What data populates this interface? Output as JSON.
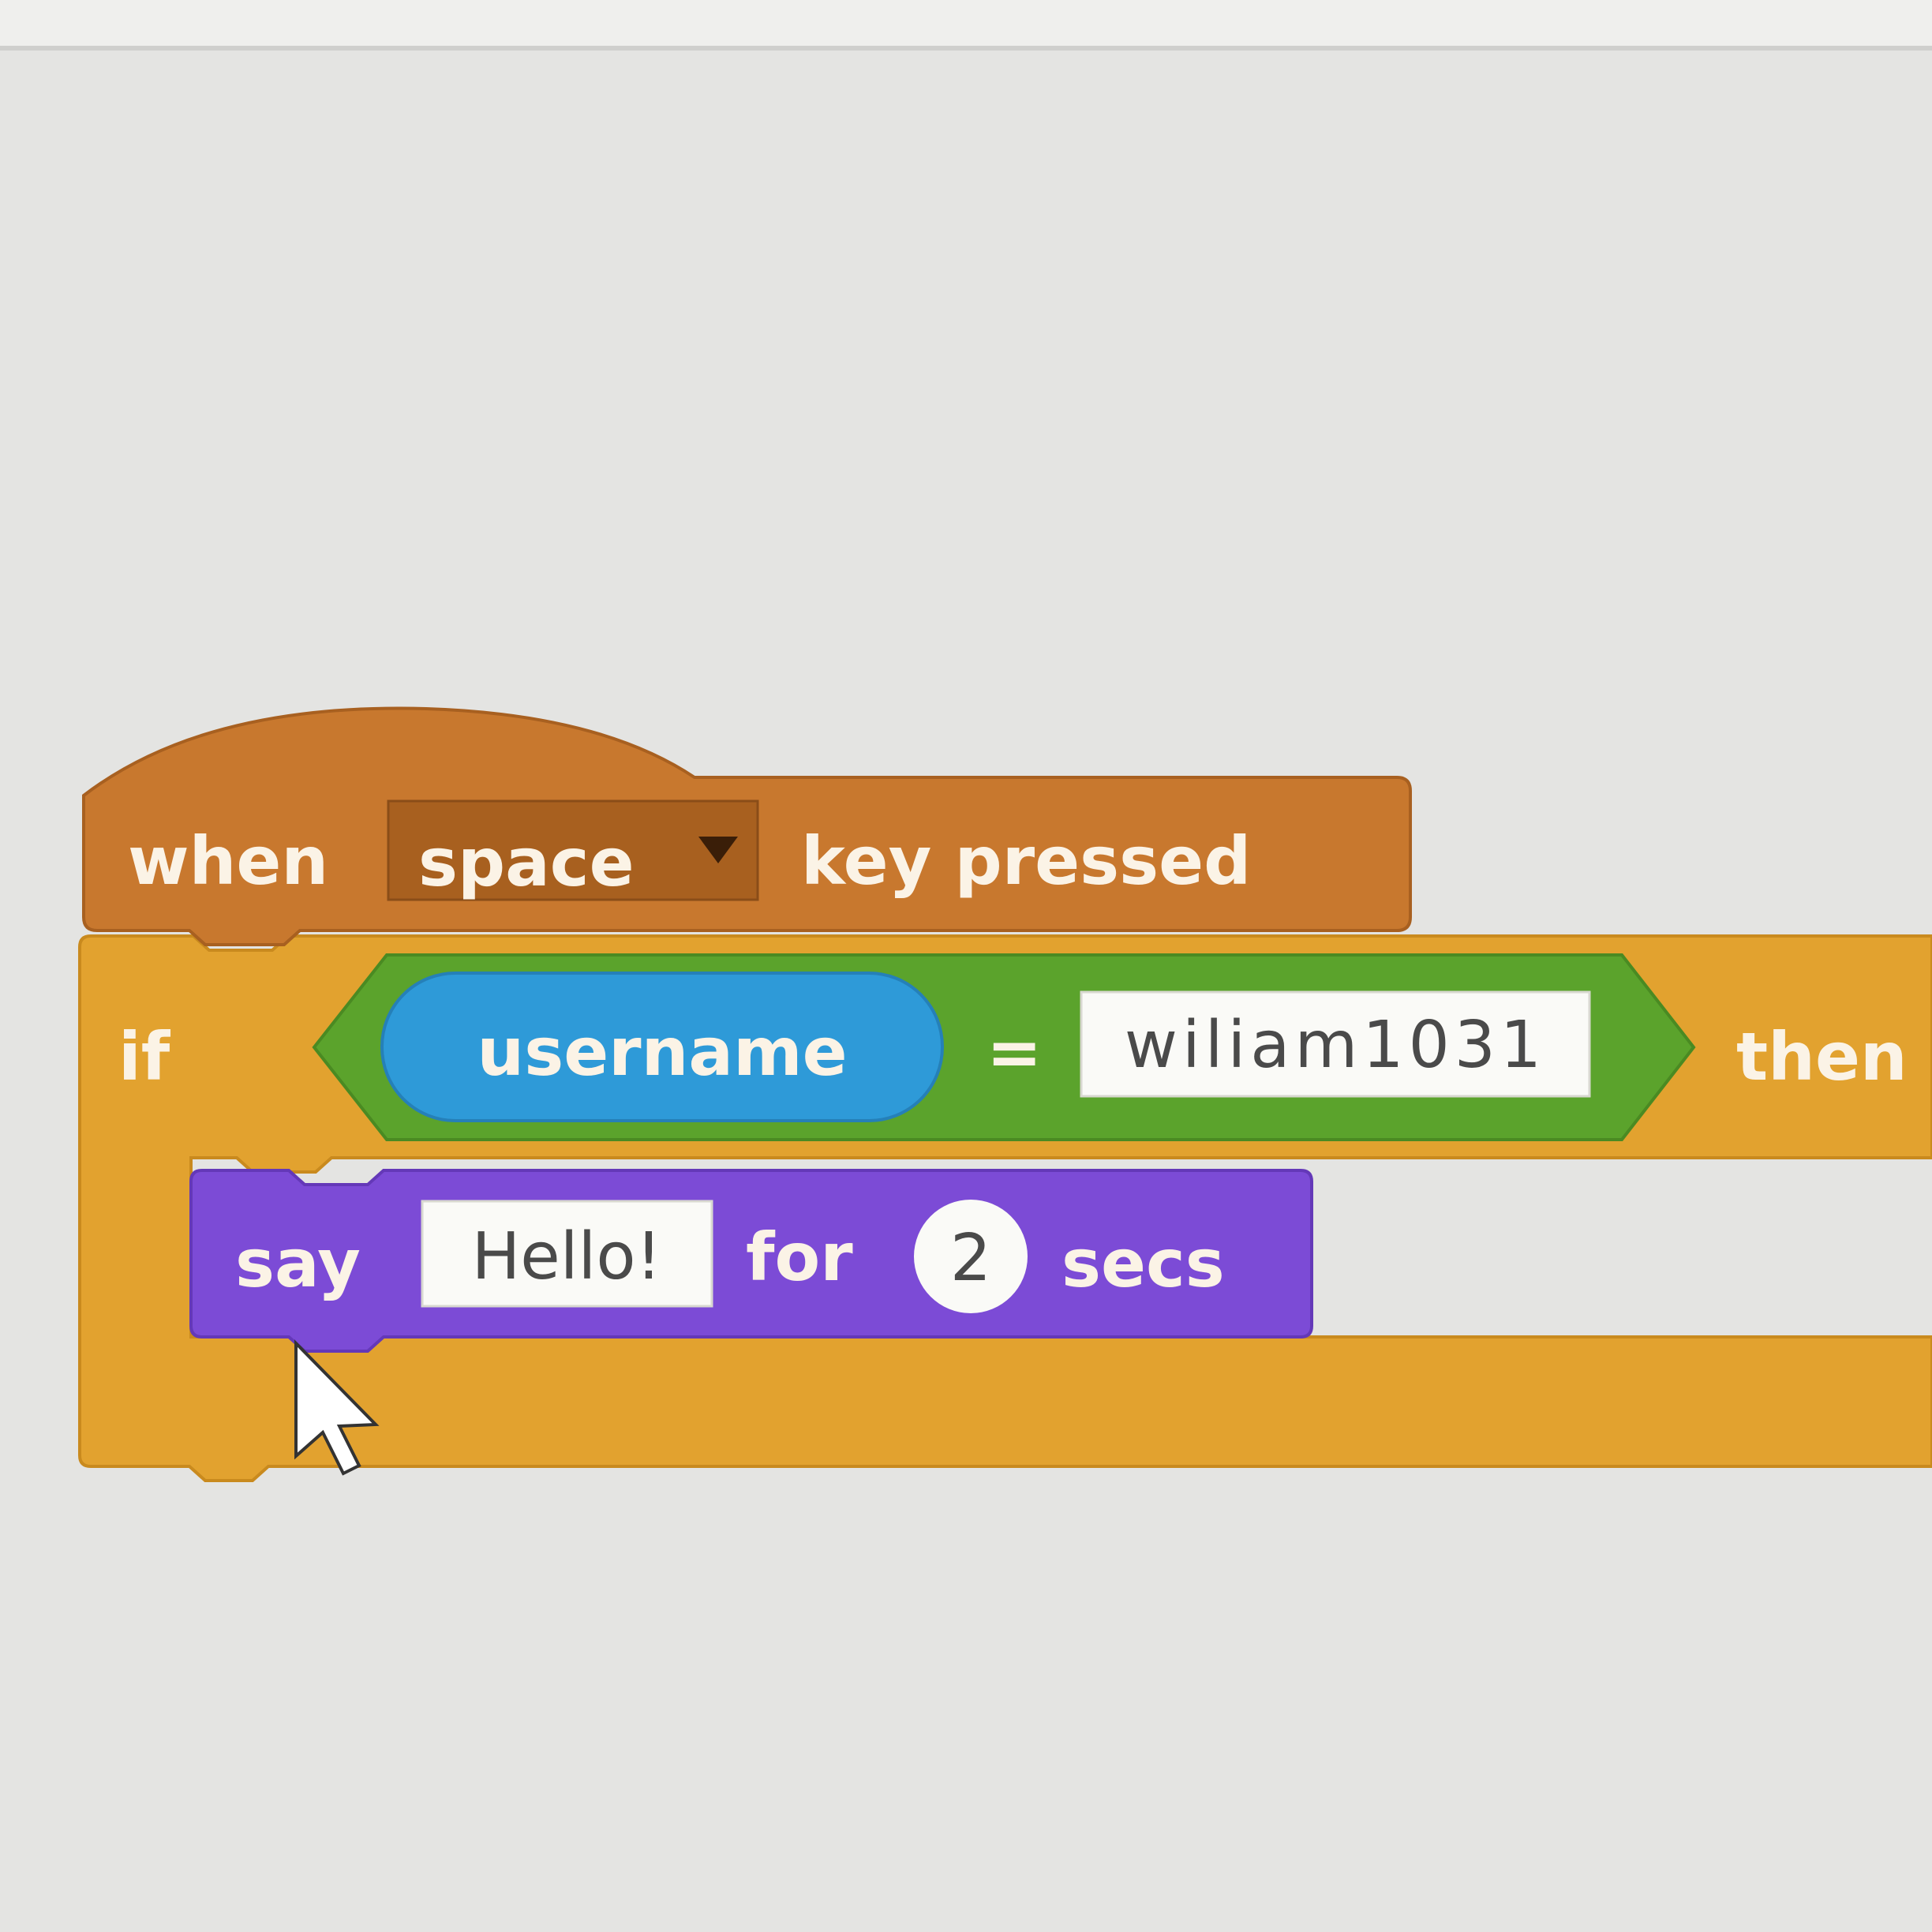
{
  "colors": {
    "events": "#c8782e",
    "control": "#e2a22f",
    "operators": "#5ba32c",
    "sensing": "#2e9ad8",
    "looks": "#7c4bd6",
    "canvas": "#e4e4e2"
  },
  "script": {
    "hat_block": {
      "label_when": "when",
      "key_dropdown": "space",
      "label_key_pressed": "key pressed"
    },
    "if_block": {
      "label_if": "if",
      "label_then": "then",
      "condition": {
        "reporter": "username",
        "operator": "=",
        "value": "wiliam1031"
      },
      "body": {
        "say_block": {
          "label_say": "say",
          "message": "Hello!",
          "label_for": "for",
          "seconds": "2",
          "label_secs": "secs"
        }
      }
    }
  },
  "cursor": "arrow-pointer-icon"
}
